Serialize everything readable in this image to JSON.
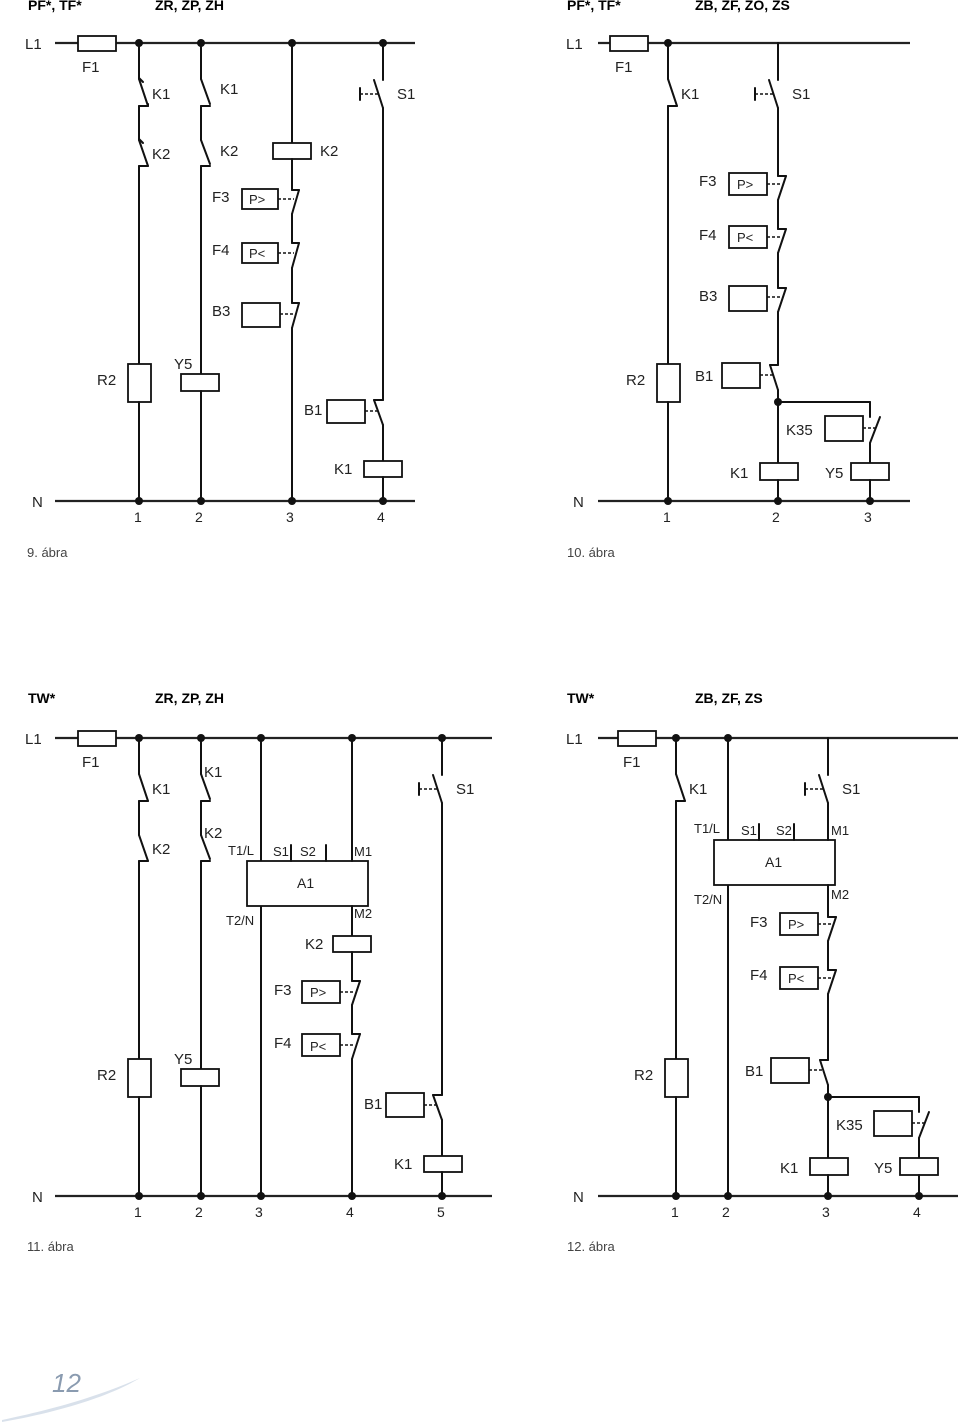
{
  "page_number": "12",
  "swirl_color": "#c9d4e3",
  "diagrams": [
    {
      "id": "d9",
      "header_left": "PF*, TF*",
      "header_right": "ZR, ZP, ZH",
      "caption": "9. ábra",
      "labels": {
        "L1": "L1",
        "F1": "F1",
        "N": "N",
        "K1a": "K1",
        "K1b": "K1",
        "K2a": "K2",
        "K2b": "K2",
        "K2coil": "K2",
        "S1": "S1",
        "F3": "F3",
        "F4": "F4",
        "B3": "B3",
        "R2": "R2",
        "Y5": "Y5",
        "B1": "B1",
        "K1coil": "K1",
        "Pgt": "P>",
        "Plt": "P<",
        "n1": "1",
        "n2": "2",
        "n3": "3",
        "n4": "4"
      }
    },
    {
      "id": "d10",
      "header_left": "PF*, TF*",
      "header_right": "ZB, ZF, ZO, ZS",
      "caption": "10. ábra",
      "labels": {
        "L1": "L1",
        "F1": "F1",
        "N": "N",
        "K1a": "K1",
        "S1": "S1",
        "F3": "F3",
        "F4": "F4",
        "B3": "B3",
        "R2": "R2",
        "B1": "B1",
        "K35": "K35",
        "K1coil": "K1",
        "Y5": "Y5",
        "Pgt": "P>",
        "Plt": "P<",
        "n1": "1",
        "n2": "2",
        "n3": "3"
      }
    },
    {
      "id": "d11",
      "header_left": "TW*",
      "header_right": "ZR, ZP, ZH",
      "caption": "11. ábra",
      "labels": {
        "L1": "L1",
        "F1": "F1",
        "N": "N",
        "K1a": "K1",
        "K1b": "K1",
        "K2a": "K2",
        "K2b": "K2",
        "K2coil": "K2",
        "S1": "S1",
        "T1L": "T1/L",
        "T2N": "T2/N",
        "S1t": "S1",
        "S2t": "S2",
        "M1": "M1",
        "M2": "M2",
        "A1": "A1",
        "F3": "F3",
        "F4": "F4",
        "R2": "R2",
        "Y5": "Y5",
        "B1": "B1",
        "K1coil": "K1",
        "Pgt": "P>",
        "Plt": "P<",
        "n1": "1",
        "n2": "2",
        "n3": "3",
        "n4": "4",
        "n5": "5"
      }
    },
    {
      "id": "d12",
      "header_left": "TW*",
      "header_right": "ZB, ZF, ZS",
      "caption": "12. ábra",
      "labels": {
        "L1": "L1",
        "F1": "F1",
        "N": "N",
        "K1a": "K1",
        "S1": "S1",
        "T1L": "T1/L",
        "T2N": "T2/N",
        "S1t": "S1",
        "S2t": "S2",
        "M1": "M1",
        "M2": "M2",
        "A1": "A1",
        "F3": "F3",
        "F4": "F4",
        "R2": "R2",
        "B1": "B1",
        "K35": "K35",
        "K1coil": "K1",
        "Y5": "Y5",
        "Pgt": "P>",
        "Plt": "P<",
        "n1": "1",
        "n2": "2",
        "n3": "3",
        "n4": "4"
      }
    }
  ]
}
